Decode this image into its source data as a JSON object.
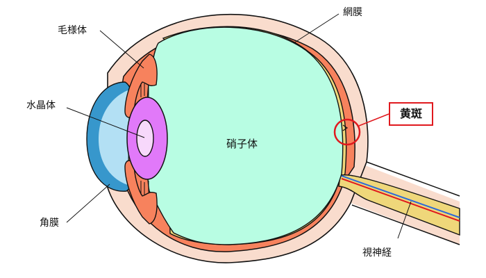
{
  "diagram": {
    "subject": "Cross-section of the human eye",
    "labels": {
      "ciliary_body": "毛様体",
      "retina": "網膜",
      "lens": "水晶体",
      "vitreous_body": "硝子体",
      "macula": "黄斑",
      "cornea": "角膜",
      "optic_nerve": "視神経"
    },
    "highlighted_label": "黄斑",
    "colors": {
      "sclera": "#f9dccd",
      "choroid": "#f7825d",
      "retina": "#efd77a",
      "vitreous": "#b8fde3",
      "cornea_outer": "#3797cc",
      "cornea_inner": "#b3e0f4",
      "lens_outer": "#e179f9",
      "lens_inner": "#f7d8fb",
      "highlight": "#e0191e",
      "artery": "#e0191e",
      "vein": "#2c6ad8",
      "outline": "#111111"
    }
  }
}
